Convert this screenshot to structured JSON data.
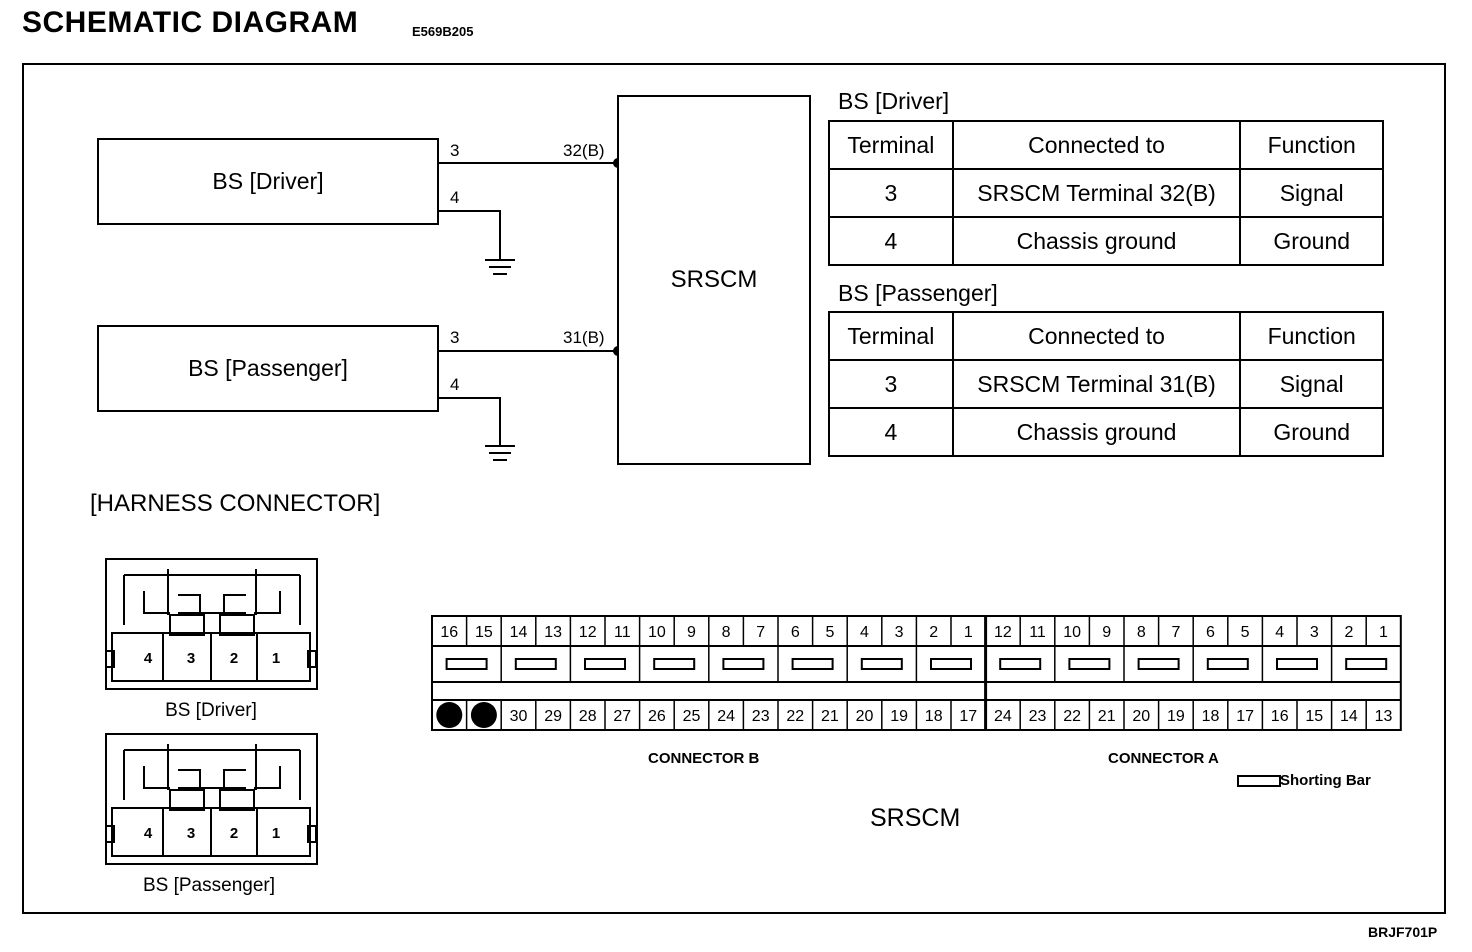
{
  "header": {
    "title": "SCHEMATIC DIAGRAM",
    "code": "E569B205"
  },
  "schematic": {
    "driver_box": "BS [Driver]",
    "passenger_box": "BS [Passenger]",
    "module_box": "SRSCM",
    "driver_pins": {
      "signal": "3",
      "ground": "4",
      "module_terminal": "32(B)"
    },
    "passenger_pins": {
      "signal": "3",
      "ground": "4",
      "module_terminal": "31(B)"
    }
  },
  "tables": {
    "headers": [
      "Terminal",
      "Connected to",
      "Function"
    ],
    "driver": {
      "title": "BS [Driver]",
      "rows": [
        [
          "3",
          "SRSCM Terminal 32(B)",
          "Signal"
        ],
        [
          "4",
          "Chassis ground",
          "Ground"
        ]
      ]
    },
    "passenger": {
      "title": "BS [Passenger]",
      "rows": [
        [
          "3",
          "SRSCM Terminal 31(B)",
          "Signal"
        ],
        [
          "4",
          "Chassis ground",
          "Ground"
        ]
      ]
    }
  },
  "harness": {
    "heading": "[HARNESS CONNECTOR]",
    "driver_caption": "BS [Driver]",
    "passenger_caption": "BS [Passenger]",
    "pins": [
      "4",
      "3",
      "2",
      "1"
    ]
  },
  "srscm_connector": {
    "label": "SRSCM",
    "connector_b_label": "CONNECTOR B",
    "connector_a_label": "CONNECTOR A",
    "shorting_bar_label": "Shorting Bar",
    "b_top": [
      "16",
      "15",
      "14",
      "13",
      "12",
      "11",
      "10",
      "9",
      "8",
      "7",
      "6",
      "5",
      "4",
      "3",
      "2",
      "1"
    ],
    "b_bottom": [
      "",
      "",
      "30",
      "29",
      "28",
      "27",
      "26",
      "25",
      "24",
      "23",
      "22",
      "21",
      "20",
      "19",
      "18",
      "17"
    ],
    "a_top": [
      "12",
      "11",
      "10",
      "9",
      "8",
      "7",
      "6",
      "5",
      "4",
      "3",
      "2",
      "1"
    ],
    "a_bottom": [
      "24",
      "23",
      "22",
      "21",
      "20",
      "19",
      "18",
      "17",
      "16",
      "15",
      "14",
      "13"
    ]
  },
  "footer": {
    "code": "BRJF701P"
  }
}
